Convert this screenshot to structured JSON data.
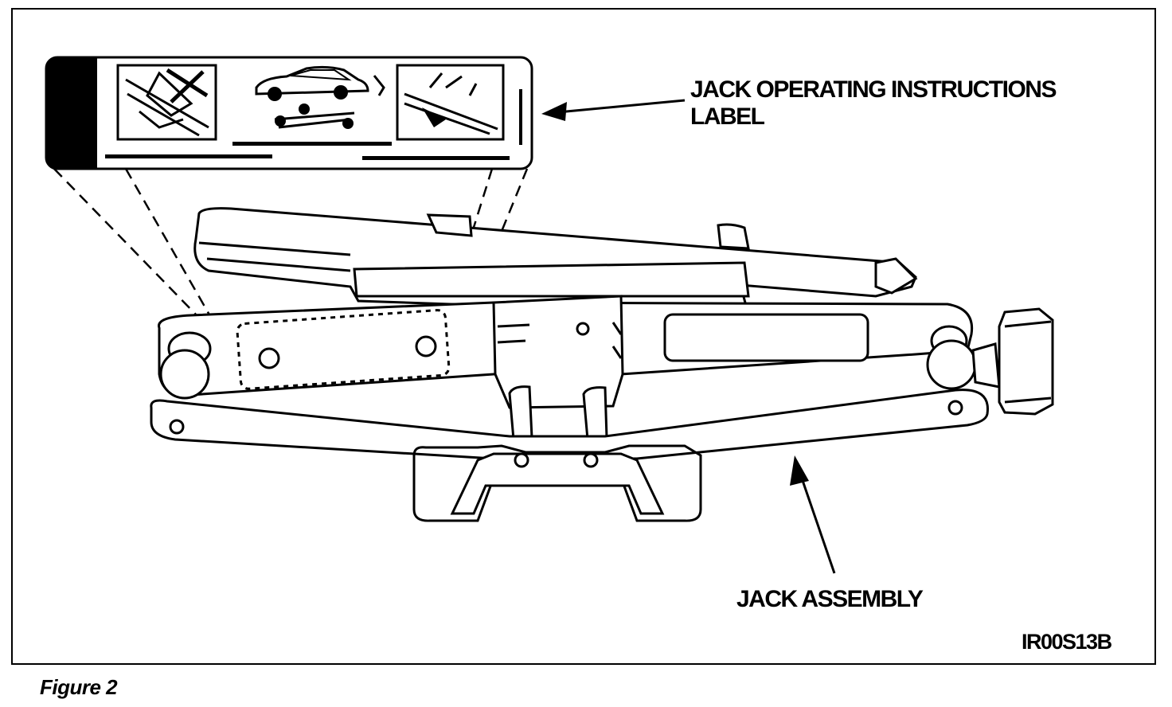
{
  "callouts": {
    "label_line1": "JACK OPERATING INSTRUCTIONS",
    "label_line2": "LABEL",
    "assembly": "JACK ASSEMBLY"
  },
  "figure_code": "IR00S13B",
  "caption": "Figure 2"
}
